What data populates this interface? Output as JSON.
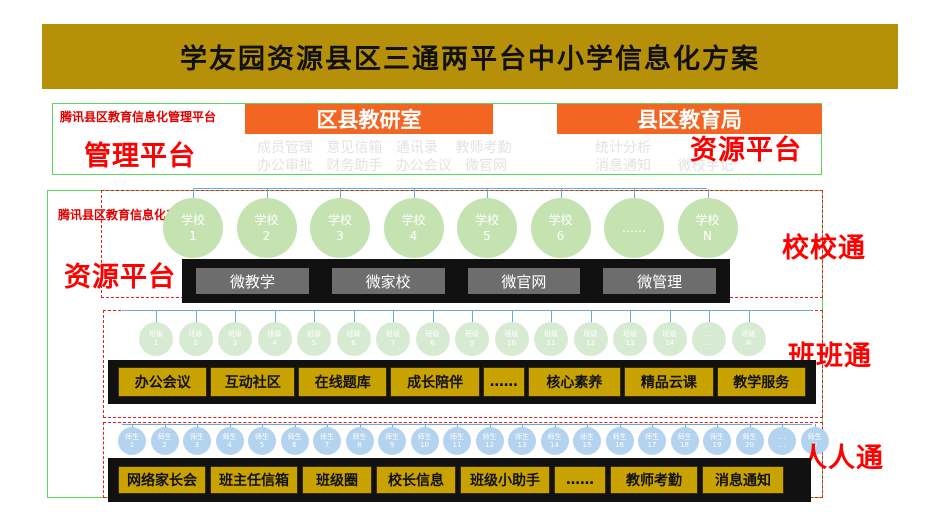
{
  "title": "学友园资源县区三通两平台中小学信息化方案",
  "management": {
    "caption": "腾讯县区教育信息化管理平台",
    "heading": "管理平台",
    "bureau_research": "区县教研室",
    "bureau_education": "县区教育局",
    "resource_heading": "资源平台",
    "faint_lines": [
      "成员管理   意见信箱   通讯录    教师考勤",
      "办公审批   财务助手   办公会议   微官网"
    ],
    "faint_right": [
      "统计分析",
      "消息通知      微校手记"
    ]
  },
  "products": {
    "caption": "腾讯县区教育信息化产品",
    "resource_heading": "资源平台"
  },
  "schools": {
    "heading": "校校通",
    "items": [
      {
        "label": "学校",
        "num": "1"
      },
      {
        "label": "学校",
        "num": "2"
      },
      {
        "label": "学校",
        "num": "3"
      },
      {
        "label": "学校",
        "num": "4"
      },
      {
        "label": "学校",
        "num": "5"
      },
      {
        "label": "学校",
        "num": "6"
      },
      {
        "label": "……",
        "num": ""
      },
      {
        "label": "学校",
        "num": "N"
      }
    ],
    "services": [
      "微教学",
      "微家校",
      "微官网",
      "微管理"
    ]
  },
  "classes": {
    "heading": "班班通",
    "items": [
      {
        "label": "班级",
        "num": "1"
      },
      {
        "label": "班级",
        "num": "2"
      },
      {
        "label": "班级",
        "num": "3"
      },
      {
        "label": "班级",
        "num": "4"
      },
      {
        "label": "班级",
        "num": "5"
      },
      {
        "label": "班级",
        "num": "6"
      },
      {
        "label": "班级",
        "num": "7"
      },
      {
        "label": "班级",
        "num": "8"
      },
      {
        "label": "班级",
        "num": "9"
      },
      {
        "label": "班级",
        "num": "10"
      },
      {
        "label": "班级",
        "num": "11"
      },
      {
        "label": "班级",
        "num": "12"
      },
      {
        "label": "班级",
        "num": "13"
      },
      {
        "label": "班级",
        "num": "14"
      },
      {
        "label": "…",
        "num": "…"
      },
      {
        "label": "班级",
        "num": "N"
      }
    ],
    "services": [
      "办公会议",
      "互动社区",
      "在线题库",
      "成长陪伴",
      "……",
      "核心素养",
      "精品云课",
      "教学服务"
    ]
  },
  "people": {
    "heading": "人人通",
    "items": [
      {
        "label": "师生",
        "num": "1"
      },
      {
        "label": "师生",
        "num": "2"
      },
      {
        "label": "师生",
        "num": "3"
      },
      {
        "label": "师生",
        "num": "4"
      },
      {
        "label": "师生",
        "num": "5"
      },
      {
        "label": "师生",
        "num": "6"
      },
      {
        "label": "师生",
        "num": "7"
      },
      {
        "label": "师生",
        "num": "8"
      },
      {
        "label": "师生",
        "num": "9"
      },
      {
        "label": "师生",
        "num": "10"
      },
      {
        "label": "师生",
        "num": "11"
      },
      {
        "label": "师生",
        "num": "12"
      },
      {
        "label": "师生",
        "num": "13"
      },
      {
        "label": "师生",
        "num": "14"
      },
      {
        "label": "师生",
        "num": "15"
      },
      {
        "label": "师生",
        "num": "16"
      },
      {
        "label": "师生",
        "num": "17"
      },
      {
        "label": "师生",
        "num": "18"
      },
      {
        "label": "师生",
        "num": "19"
      },
      {
        "label": "师生",
        "num": "20"
      },
      {
        "label": "…",
        "num": "…"
      },
      {
        "label": "师生",
        "num": "N"
      }
    ],
    "services": [
      "网络家长会",
      "班主任信箱",
      "班级圈",
      "校长信息",
      "班级小助手",
      "……",
      "教师考勤",
      "消息通知"
    ]
  },
  "colors": {
    "title_bar": "#b7900a",
    "orange": "#f26522",
    "red": "#ff0000",
    "green": "#5ed35e",
    "gold": "#c8a200"
  }
}
